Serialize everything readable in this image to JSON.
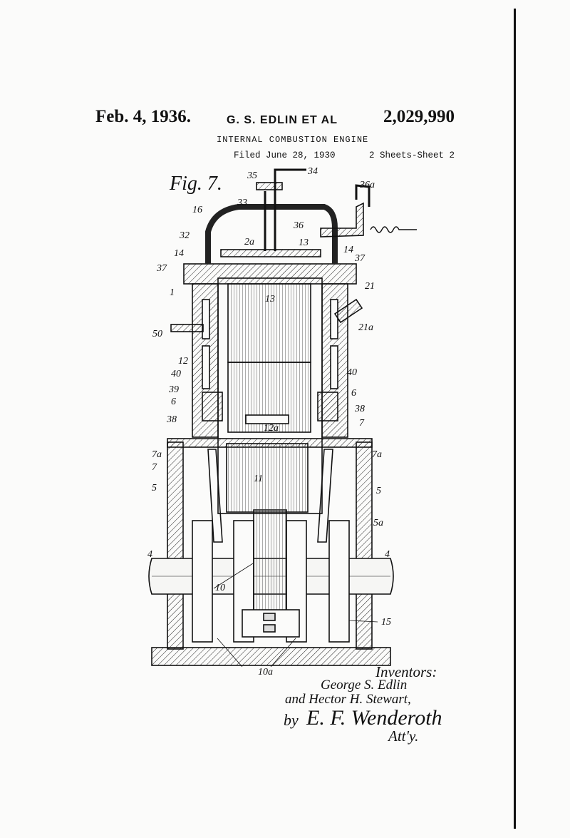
{
  "header": {
    "date": "Feb. 4, 1936.",
    "inventors_line": "G. S. EDLIN ET AL",
    "patent_number": "2,029,990",
    "title": "INTERNAL COMBUSTION ENGINE",
    "filed": "Filed June 28, 1930",
    "sheets": "2 Sheets-Sheet 2"
  },
  "figure": {
    "label": "Fig. 7.",
    "ref_labels": [
      "35",
      "34",
      "36a",
      "33",
      "16",
      "36",
      "2a",
      "13",
      "14",
      "32",
      "14",
      "37",
      "37",
      "13",
      "1",
      "21",
      "21a",
      "50",
      "12",
      "40",
      "40",
      "39",
      "6",
      "6",
      "38",
      "38",
      "7",
      "12a",
      "7a",
      "7a",
      "7",
      "11",
      "5",
      "5",
      "5a",
      "4",
      "4",
      "10",
      "15",
      "10a"
    ]
  },
  "signature": {
    "heading": "Inventors:",
    "inventor1": "George S. Edlin",
    "inventor2": "and Hector H. Stewart,",
    "by": "by",
    "attorney": "E. F. Wenderoth",
    "attorney_title": "Att'y."
  }
}
